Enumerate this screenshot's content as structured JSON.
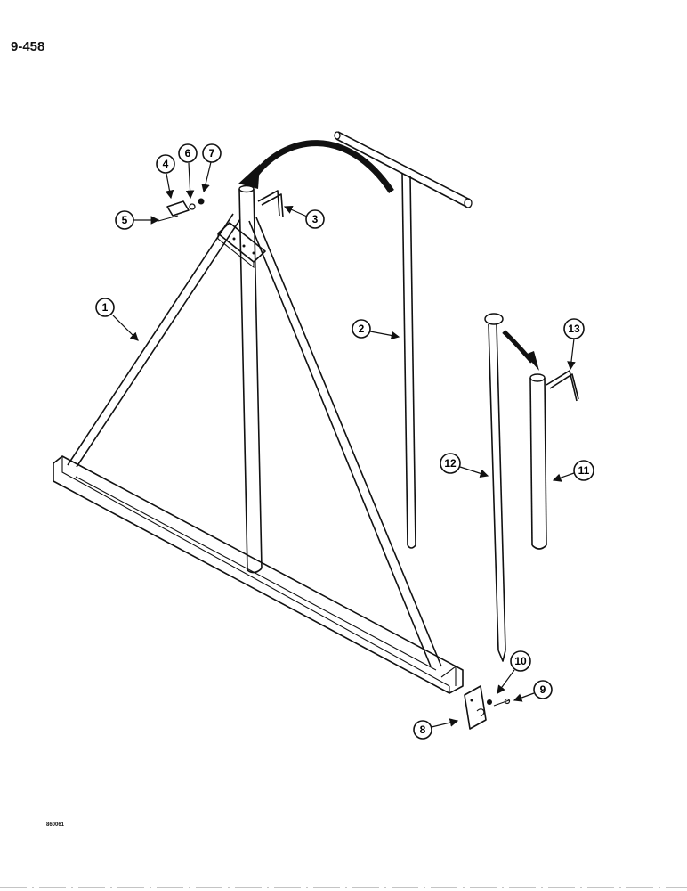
{
  "page": {
    "number": "9-458",
    "figure_code": "860061"
  },
  "callouts": [
    "1",
    "2",
    "3",
    "4",
    "5",
    "6",
    "7",
    "8",
    "9",
    "10",
    "11",
    "12",
    "13"
  ]
}
